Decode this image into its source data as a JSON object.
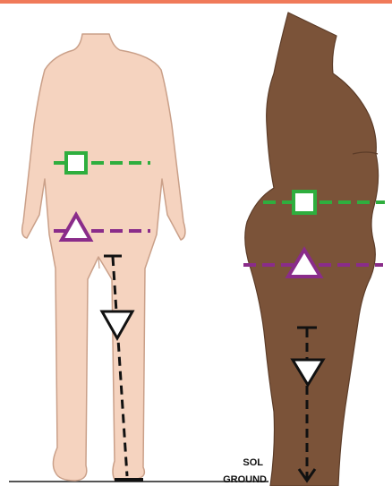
{
  "colors": {
    "top_band": "#f07a5a",
    "skin_light": "#f5d3bf",
    "skin_light_stroke": "#caa089",
    "skin_dark": "#7b5339",
    "skin_dark_stroke": "#5c3c28",
    "waist": "#2fae3e",
    "hip": "#8a2c8a",
    "leg": "#111111",
    "ground": "#555555"
  },
  "markers": {
    "waist": {
      "shape": "square",
      "line": "dashed"
    },
    "hip": {
      "shape": "triangle-up",
      "line": "dashed"
    },
    "inseam": {
      "shape": "triangle-down",
      "line": "dashed"
    }
  },
  "labels": {
    "ground_fr": "SOL",
    "ground_en": "GROUND"
  }
}
